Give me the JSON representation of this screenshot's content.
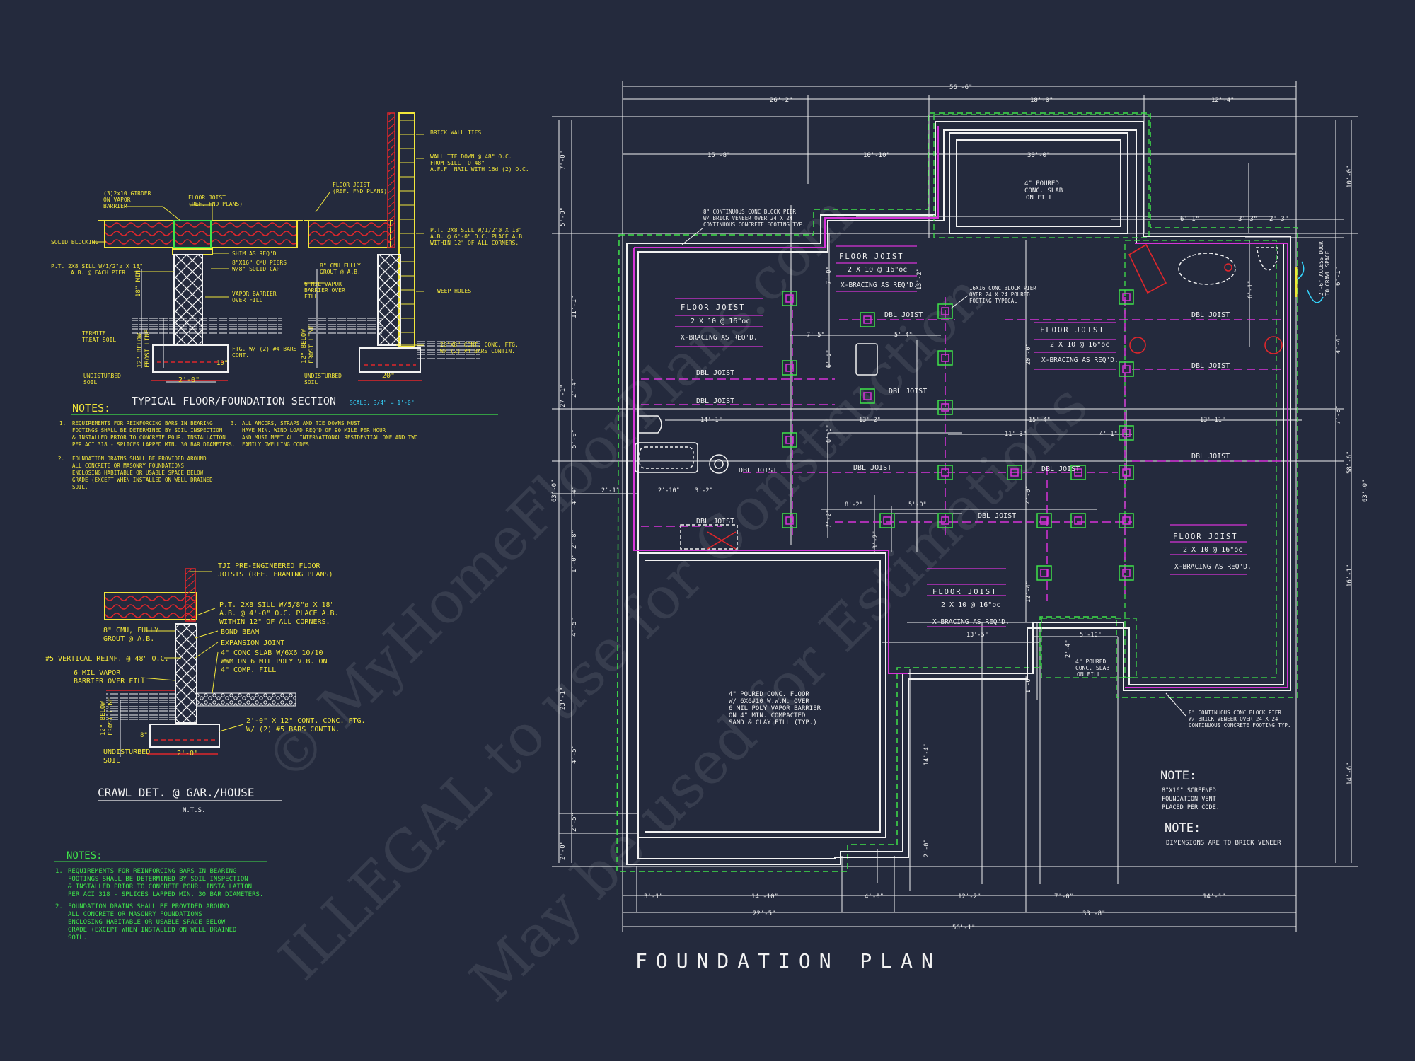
{
  "plan": {
    "title": "FOUNDATION PLAN",
    "dims_top": [
      "56'-6\"",
      "26'-2\"",
      "18'-0\"",
      "12'-4\"",
      "15'-8\"",
      "10'-10\"",
      "30'-0\"",
      "6'-1\"",
      "3'-3\"",
      "2'-3\""
    ],
    "dims_bottom": [
      "3'-1\"",
      "14'-10\"",
      "4'-0\"",
      "12'-2\"",
      "7'-0\"",
      "14'-1\"",
      "22'-5\"",
      "33'-8\"",
      "56'-1\""
    ],
    "dims_left": [
      "7'-0\"",
      "5'-0\"",
      "11'-1\"",
      "2'-4\"",
      "27'-1\"",
      "5'-0\"",
      "4'-4\"",
      "63'-0\"",
      "2'-8\"",
      "1'-0\"",
      "4'-5\"",
      "23'-1\"",
      "4'-5\"",
      "2'-5\"",
      "2'-0\""
    ],
    "dims_right": [
      "10'-0\"",
      "6'-1\"",
      "4'-4\"",
      "7'-8\"",
      "58'-6\"",
      "63'-0\"",
      "16'-1\"",
      "14'-6\""
    ],
    "dims_interior": [
      "7'-5\"",
      "5'-4\"",
      "13'-2\"",
      "15'-4\"",
      "13'-11\"",
      "14'-1\"",
      "11'-3\"",
      "4'-1\"",
      "2'-10\"",
      "3'-2\"",
      "2'-1\"",
      "8'-2\"",
      "5'-0\"",
      "13'-5\"",
      "5'-10\"",
      "20'-0\"",
      "6'-5\"",
      "6'-6\"",
      "7'-0\"",
      "7'-2\"",
      "3'-2\"",
      "13'-2\"",
      "4'-0\"",
      "12'-4\"",
      "14'-4\"",
      "2'-0\"",
      "1'-6\"",
      "2'-4\"",
      "6'-1\""
    ],
    "floor_joist_title": "FLOOR JOIST",
    "floor_joist_spec": "2 X 10 @ 16\"oc",
    "floor_joist_bracing": "X-BRACING AS REQ'D.",
    "dbl_joist": "DBL JOIST",
    "slab_note": [
      "4\" POURED",
      "CONC. SLAB",
      "ON FILL"
    ],
    "small_slab_note": [
      "4\" POURED",
      "CONC. SLAB",
      "ON FILL"
    ],
    "pier_note_1": [
      "8\" CONTINUOUS CONC BLOCK PIER",
      "W/ BRICK VENEER OVER 24 X 24",
      "CONTINUOUS CONCRETE FOOTING TYP."
    ],
    "pier_note_2": [
      "16X16 CONC BLOCK PIER",
      "OVER 24 X 24 POURED",
      "FOOTING TYPICAL"
    ],
    "pier_note_3": [
      "8\" CONTINUOUS CONC BLOCK PIER",
      "W/ BRICK VENEER OVER 24 X 24",
      "CONTINUOUS CONCRETE FOOTING TYP."
    ],
    "access_note": [
      "2'-6\" ACCESS DOOR",
      "TO CRAWL SPACE"
    ],
    "garage_note": [
      "4\" POURED CONC. FLOOR",
      "W/ 6X6#10 W.W.M. OVER",
      "6 MIL POLY VAPOR BARRIER",
      "ON 4\" MIN. COMPACTED",
      "SAND & CLAY FILL (TYP.)"
    ],
    "note1_title": "NOTE:",
    "note1": [
      "8\"X16\" SCREENED",
      "FOUNDATION VENT",
      "PLACED PER CODE."
    ],
    "note2_title": "NOTE:",
    "note2": "DIMENSIONS ARE TO BRICK VENEER"
  },
  "section": {
    "title": "TYPICAL FLOOR/FOUNDATION SECTION",
    "scale": "SCALE: 3/4\" = 1'-0\"",
    "labels": {
      "girder": [
        "(3)2x10 GIRDER",
        "ON VAPOR",
        "BARRIER"
      ],
      "floor_joist_a": [
        "FLOOR JOIST",
        "(REF. FND PLANS)"
      ],
      "floor_joist_b": [
        "FLOOR JOIST",
        "(REF. FND PLANS)"
      ],
      "solid_blocking": "SOLID BLOCKING",
      "sill_a": [
        "P.T. 2X8 SILL W/1/2\"ø X 18\"",
        "A.B. @ EACH PIER"
      ],
      "shim": "SHIM AS REQ'D",
      "cmu_piers": [
        "8\"X16\" CMU PIERS",
        "W/8\" SOLID CAP"
      ],
      "vapor_a": [
        "VAPOR BARRIER",
        "OVER FILL"
      ],
      "termite": [
        "TERMITE",
        "TREAT SOIL"
      ],
      "ftg": [
        "FTG. W/ (2) #4 BARS",
        "CONT."
      ],
      "undisturbed_a": [
        "UNDISTURBED",
        "SOIL"
      ],
      "min18": "18\" MIN.",
      "frost_a": [
        "12\" BELOW",
        "FROST LINE"
      ],
      "width_a": "2'-0\"",
      "ten": "10\"",
      "brick_tie": "BRICK WALL TIES",
      "wall_tie": [
        "WALL TIE DOWN @ 48\" O.C.",
        "FROM SILL TO 48\"",
        "A.F.F. NAIL WITH 16d (2) O.C."
      ],
      "sill_b": [
        "P.T. 2X8 SILL W/1/2\"ø X 18\"",
        "A.B. @ 6'-0\" O.C. PLACE A.B.",
        "WITHIN 12\" OF ALL CORNERS."
      ],
      "cmu_fully": [
        "8\" CMU FULLY",
        "GROUT @ A.B."
      ],
      "vapor_b": [
        "6 MIL VAPOR",
        "BARRIER OVER",
        "FILL"
      ],
      "weep": "WEEP HOLES",
      "cont_ftg": [
        "20\"X8\" CONT. CONC. FTG.",
        "W/ (2) #4 BARS CONTIN."
      ],
      "frost_b": [
        "12\" BELOW",
        "FROST LINE"
      ],
      "undisturbed_b": [
        "UNDISTURBED",
        "SOIL"
      ],
      "width_b": "20\""
    },
    "notes_title": "NOTES:",
    "notes": [
      {
        "num": "1.",
        "lines": [
          "REQUIREMENTS FOR REINFORCING BARS IN BEARING",
          "FOOTINGS SHALL BE DETERMINED BY SOIL INSPECTION",
          "& INSTALLED PRIOR TO CONCRETE POUR. INSTALLATION",
          "PER ACI 318 - SPLICES LAPPED MIN. 30 BAR DIAMETERS."
        ]
      },
      {
        "num": "2.",
        "lines": [
          "FOUNDATION DRAINS SHALL BE PROVIDED AROUND",
          "ALL CONCRETE OR MASONRY FOUNDATIONS",
          "ENCLOSING HABITABLE OR USABLE SPACE BELOW",
          "GRADE (EXCEPT WHEN INSTALLED ON WELL DRAINED",
          "SOIL."
        ]
      },
      {
        "num": "3.",
        "lines": [
          "ALL ANCORS, STRAPS AND TIE DOWNS MUST",
          "HAVE MIN. WIND LOAD REQ'D OF 90 MILE PER HOUR",
          "AND MUST MEET ALL INTERNATIONAL RESIDENTIAL ONE AND TWO",
          "FAMILY DWELLING CODES"
        ]
      }
    ]
  },
  "crawl": {
    "title": "CRAWL DET. @ GAR./HOUSE",
    "subtitle": "N.T.S.",
    "labels": {
      "tji": [
        "TJI PRE-ENGINEERED FLOOR",
        "JOISTS (REF. FRAMING PLANS)"
      ],
      "sill": [
        "P.T. 2X8 SILL W/5/8\"ø X 18\"",
        "A.B. @ 4'-0\" O.C. PLACE A.B.",
        "WITHIN 12\" OF ALL CORNERS."
      ],
      "cmu": [
        "8\" CMU, FULLY",
        "GROUT @ A.B."
      ],
      "bond": "BOND BEAM",
      "expansion": "EXPANSION JOINT",
      "vertical": "#5 VERTICAL REINF. @ 48\" O.C.",
      "slab": [
        "4\" CONC SLAB W/6X6 10/10",
        "WWM ON 6 MIL POLY V.B. ON",
        "4\" COMP. FILL"
      ],
      "vapor": [
        "6 MIL VAPOR",
        "BARRIER OVER FILL"
      ],
      "ftg": [
        "2'-0\" X 12\" CONT. CONC. FTG.",
        "W/ (2) #5 BARS CONTIN."
      ],
      "frost": [
        "12\" BELOW",
        "FROST LINE"
      ],
      "eight": "8\"",
      "undisturbed": [
        "UNDISTURBED",
        "SOIL"
      ],
      "width": "2'-0\""
    },
    "notes_title": "NOTES:",
    "notes": [
      {
        "num": "1.",
        "lines": [
          "REQUIREMENTS FOR REINFORCING BARS IN BEARING",
          "FOOTINGS SHALL BE DETERMINED BY SOIL INSPECTION",
          "& INSTALLED PRIOR TO CONCRETE POUR. INSTALLATION",
          "PER ACI 318 - SPLICES LAPPED MIN. 30 BAR DIAMETERS."
        ]
      },
      {
        "num": "2.",
        "lines": [
          "FOUNDATION DRAINS SHALL BE PROVIDED AROUND",
          "ALL CONCRETE OR MASONRY FOUNDATIONS",
          "ENCLOSING HABITABLE OR USABLE SPACE BELOW",
          "GRADE (EXCEPT WHEN INSTALLED ON WELL DRAINED",
          "SOIL."
        ]
      }
    ]
  },
  "watermark": {
    "line1": "© MyHomeFloorPlans.com",
    "line2": "ILLEGAL to use for Construction",
    "line3": "May be used for Estimations"
  },
  "colors": {
    "background": "#242a3d",
    "white": "#f2f2f2",
    "green": "#3fe24a",
    "magenta": "#d633d9",
    "yellow": "#f1e63a",
    "cyan": "#35d7ff",
    "red": "#e0262b"
  }
}
